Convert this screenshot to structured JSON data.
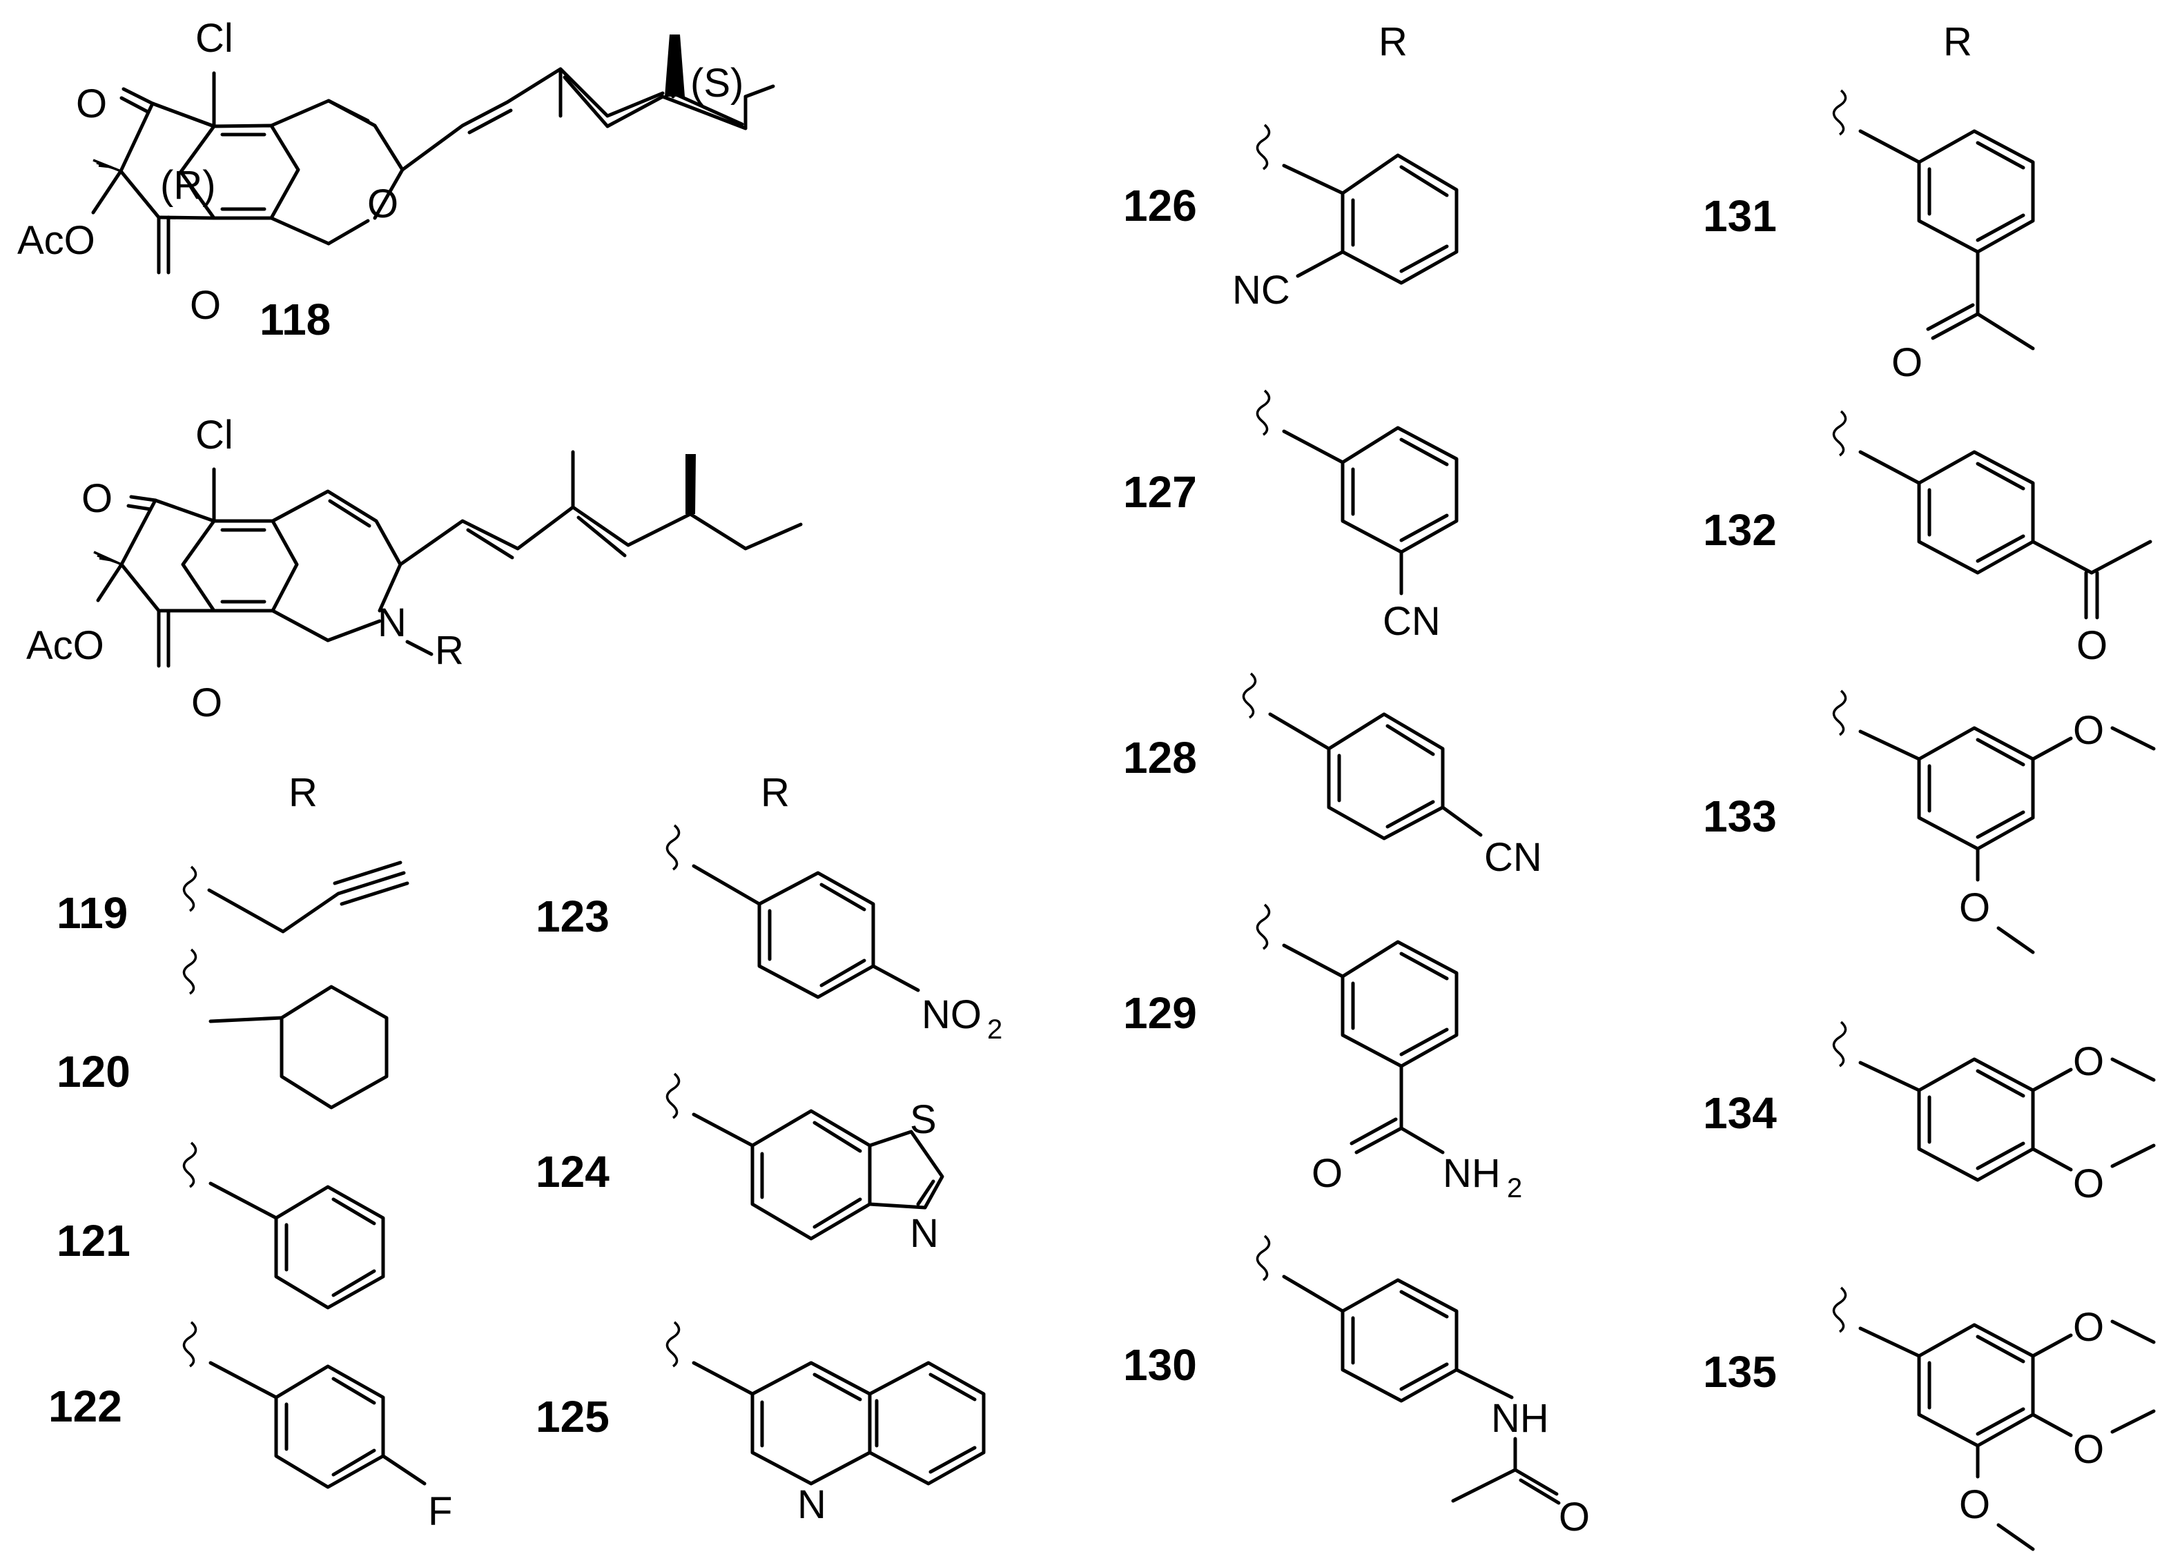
{
  "figure": {
    "r_header": "R",
    "compounds": [
      {
        "id": "118",
        "label": "118",
        "atoms": [
          "Cl",
          "O",
          "O",
          "O",
          "AcO",
          "(R)",
          "(S)"
        ]
      },
      {
        "id": "core",
        "label": "",
        "atoms": [
          "Cl",
          "O",
          "O",
          "N",
          "R",
          "AcO"
        ]
      },
      {
        "id": "119",
        "label": "119",
        "atoms": []
      },
      {
        "id": "120",
        "label": "120",
        "atoms": []
      },
      {
        "id": "121",
        "label": "121",
        "atoms": []
      },
      {
        "id": "122",
        "label": "122",
        "atoms": [
          "F"
        ]
      },
      {
        "id": "123",
        "label": "123",
        "atoms": [
          "NO",
          "2"
        ]
      },
      {
        "id": "124",
        "label": "124",
        "atoms": [
          "S",
          "N"
        ]
      },
      {
        "id": "125",
        "label": "125",
        "atoms": [
          "N"
        ]
      },
      {
        "id": "126",
        "label": "126",
        "atoms": [
          "NC"
        ]
      },
      {
        "id": "127",
        "label": "127",
        "atoms": [
          "CN"
        ]
      },
      {
        "id": "128",
        "label": "128",
        "atoms": [
          "CN"
        ]
      },
      {
        "id": "129",
        "label": "129",
        "atoms": [
          "O",
          "NH",
          "2"
        ]
      },
      {
        "id": "130",
        "label": "130",
        "atoms": [
          "NH",
          "O"
        ]
      },
      {
        "id": "131",
        "label": "131",
        "atoms": [
          "O"
        ]
      },
      {
        "id": "132",
        "label": "132",
        "atoms": [
          "O"
        ]
      },
      {
        "id": "133",
        "label": "133",
        "atoms": [
          "O",
          "O"
        ]
      },
      {
        "id": "134",
        "label": "134",
        "atoms": [
          "O",
          "O"
        ]
      },
      {
        "id": "135",
        "label": "135",
        "atoms": [
          "O",
          "O",
          "O"
        ]
      }
    ]
  }
}
